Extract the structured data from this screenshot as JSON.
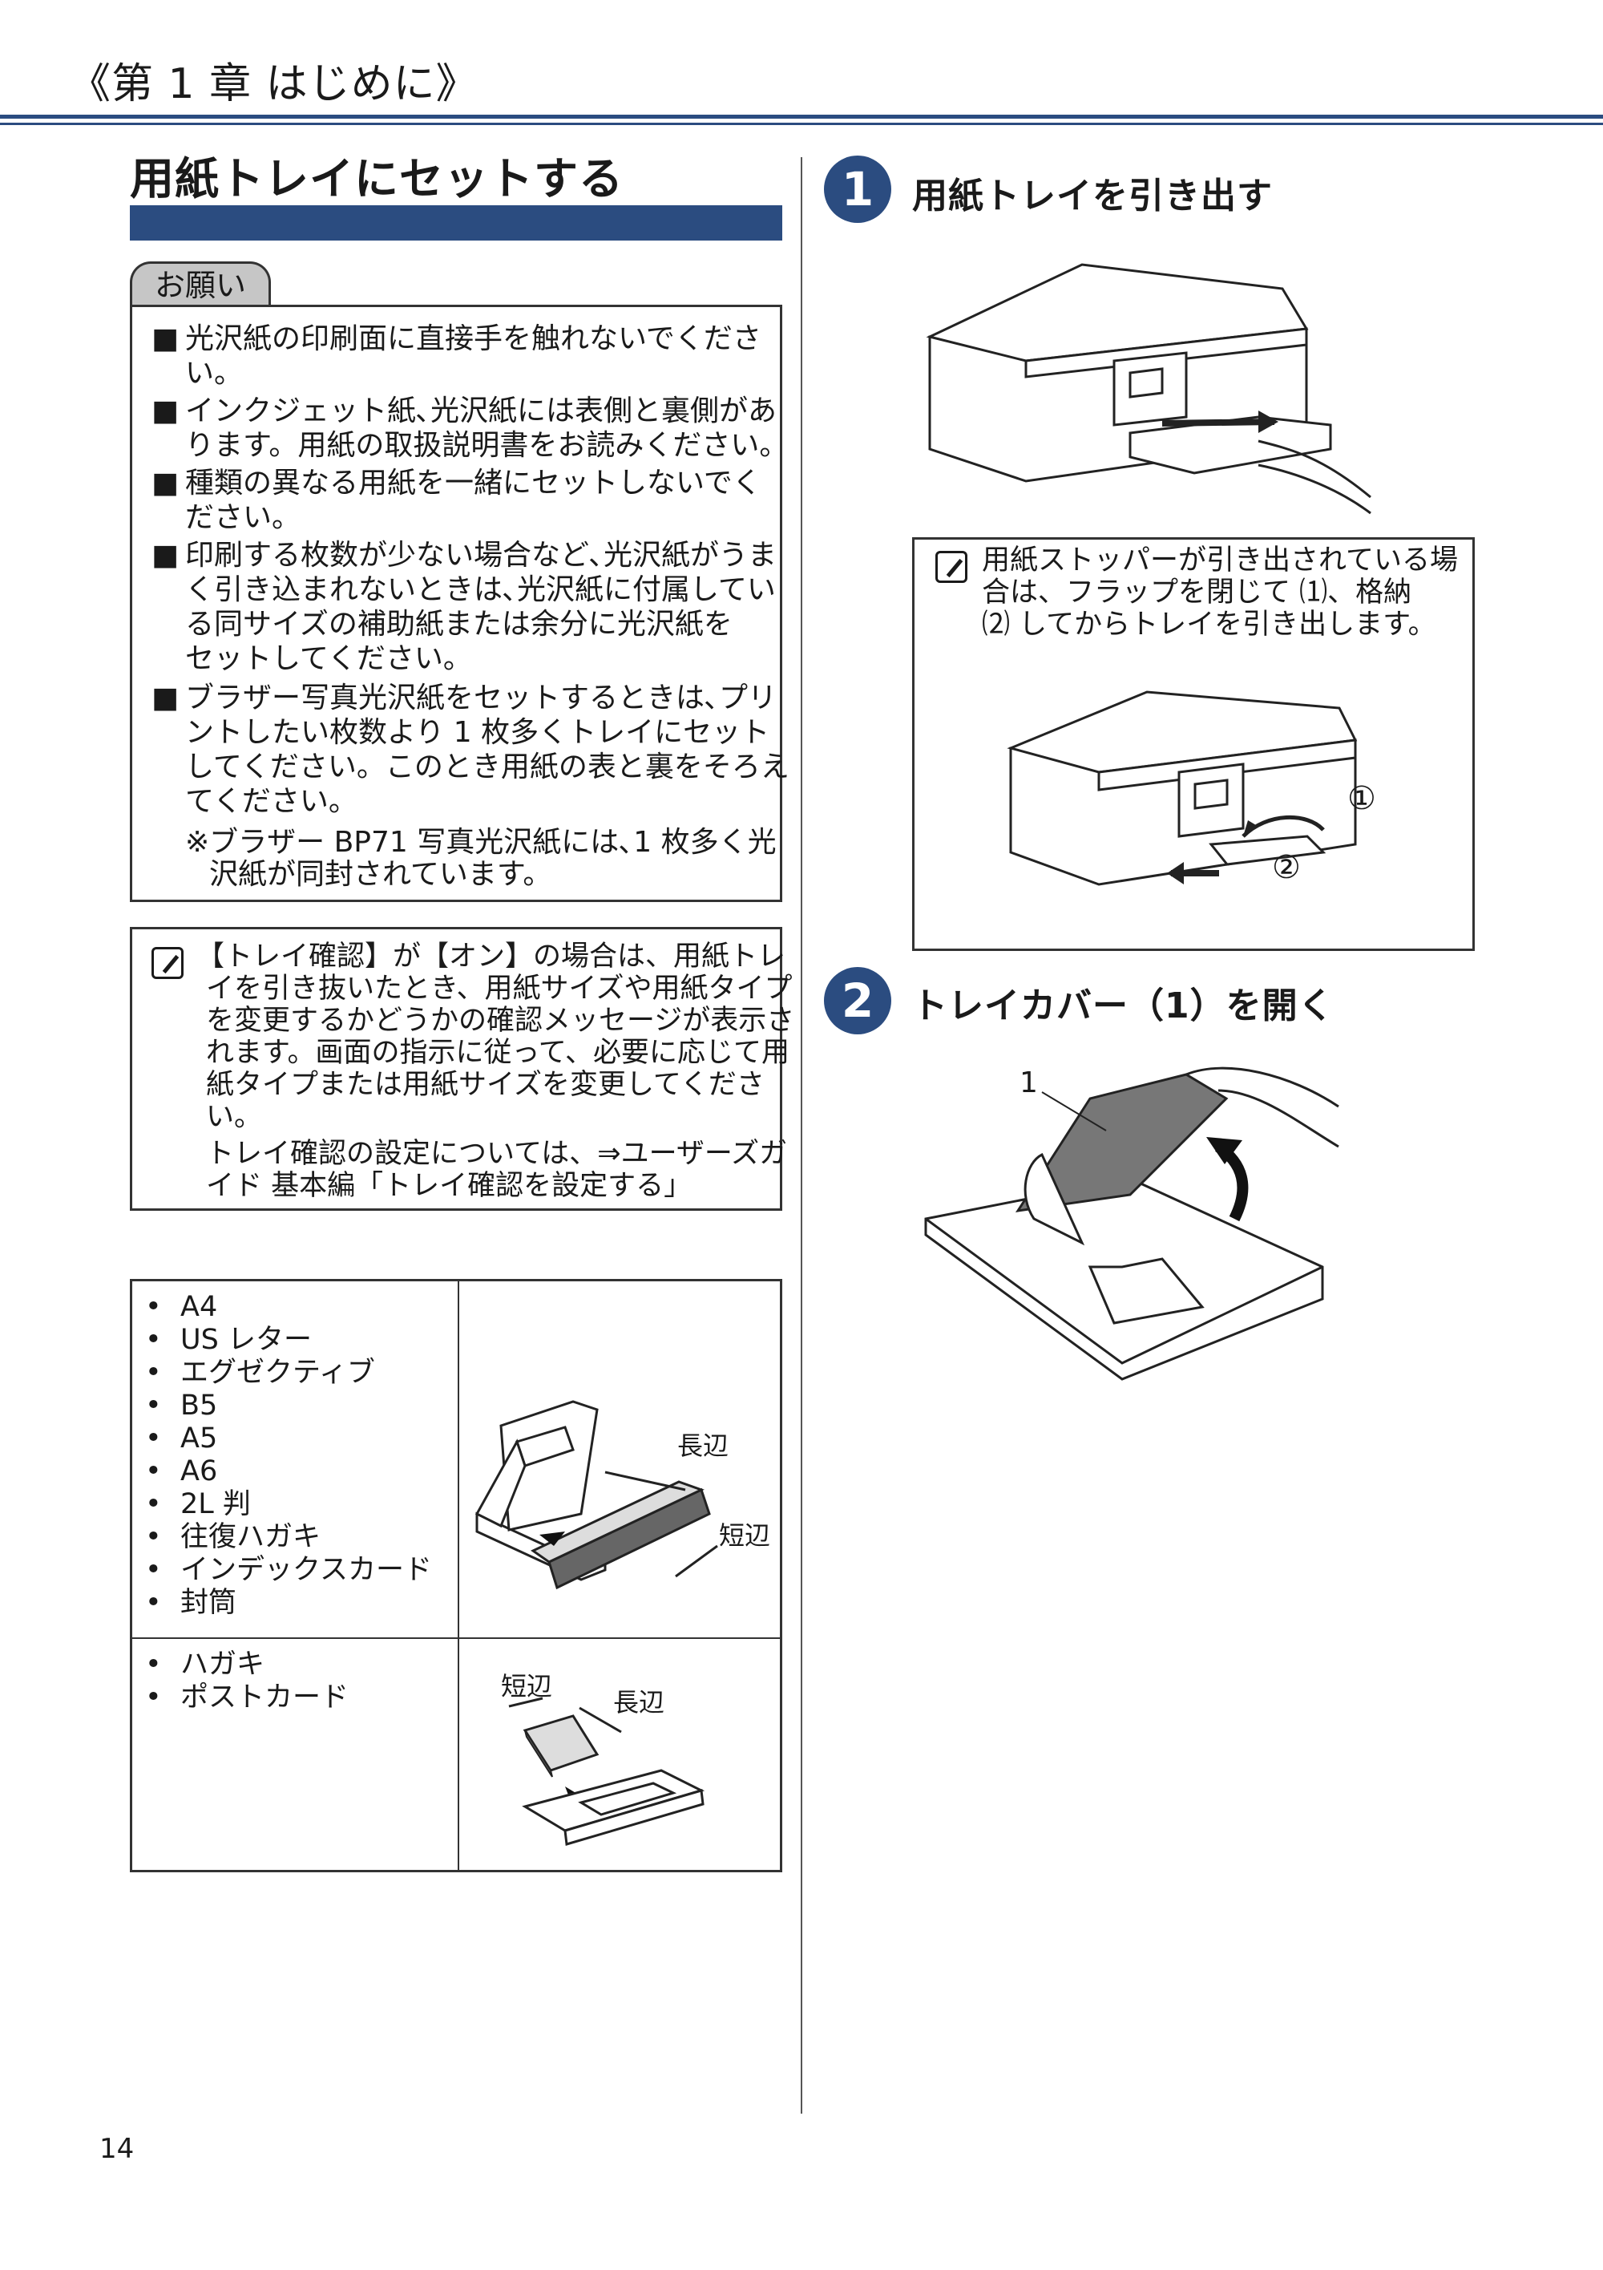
{
  "header": {
    "chapter_title": "《第 1 章 はじめに》"
  },
  "section": {
    "title": "用紙トレイにセットする"
  },
  "notice": {
    "tab_label": "お願い",
    "bullet_symbol": "■",
    "items": [
      {
        "lines": [
          "光沢紙の印刷面に直接手を触れないでくださ",
          "い。"
        ]
      },
      {
        "lines": [
          "インクジェット紙､光沢紙には表側と裏側があ",
          "ります。用紙の取扱説明書をお読みください。"
        ]
      },
      {
        "lines": [
          "種類の異なる用紙を一緒にセットしないでく",
          "ださい。"
        ]
      },
      {
        "lines": [
          "印刷する枚数が少ない場合など､光沢紙がうま",
          "く引き込まれないときは､光沢紙に付属してい",
          "る同サイズの補助紙または余分に光沢紙を",
          "セットしてください。"
        ]
      },
      {
        "lines": [
          "ブラザー写真光沢紙をセットするときは､プリ",
          "ントしたい枚数より 1 枚多くトレイにセット",
          "してください。このとき用紙の表と裏をそろえ",
          "てください。"
        ]
      }
    ],
    "sub_note_lines": [
      "※ブラザー BP71 写真光沢紙には､1 枚多く光",
      "沢紙が同封されています。"
    ]
  },
  "memo": {
    "icon": "memo-icon",
    "lines": [
      "【トレイ確認】が【オン】の場合は、用紙トレ",
      "イを引き抜いたとき、用紙サイズや用紙タイプ",
      "を変更するかどうかの確認メッセージが表示さ",
      "れます。画面の指示に従って、必要に応じて用",
      "紙タイプまたは用紙サイズを変更してくださ",
      "い。"
    ],
    "ref_lines": [
      "トレイ確認の設定については、⇒ユーザーズガ",
      "イド 基本編「トレイ確認を設定する」"
    ]
  },
  "paper_table": {
    "rows": [
      {
        "sizes": [
          "A4",
          "US レター",
          "エグゼクティブ",
          "B5",
          "A5",
          "A6",
          "2L 判",
          "往復ハガキ",
          "インデックスカード",
          "封筒"
        ],
        "label_long": "長辺",
        "label_short": "短辺"
      },
      {
        "sizes": [
          "ハガキ",
          "ポストカード"
        ],
        "label_short": "短辺",
        "label_long": "長辺"
      }
    ]
  },
  "steps": [
    {
      "number": "1",
      "title": "用紙トレイを引き出す"
    },
    {
      "number": "2",
      "title": "トレイカバー（1）を開く"
    }
  ],
  "step1_note": {
    "icon": "memo-icon",
    "lines": [
      "用紙ストッパーが引き出されている場",
      "合は、フラップを閉じて ⑴、格納",
      "⑵ してからトレイを引き出します。"
    ],
    "callout_1": "①",
    "callout_2": "②"
  },
  "step2_figure": {
    "callout": "1"
  },
  "footer": {
    "page_number": "14"
  },
  "colors": {
    "accent": "#2b4c80",
    "tab_fill": "#c6c6c6",
    "line": "#333333"
  }
}
